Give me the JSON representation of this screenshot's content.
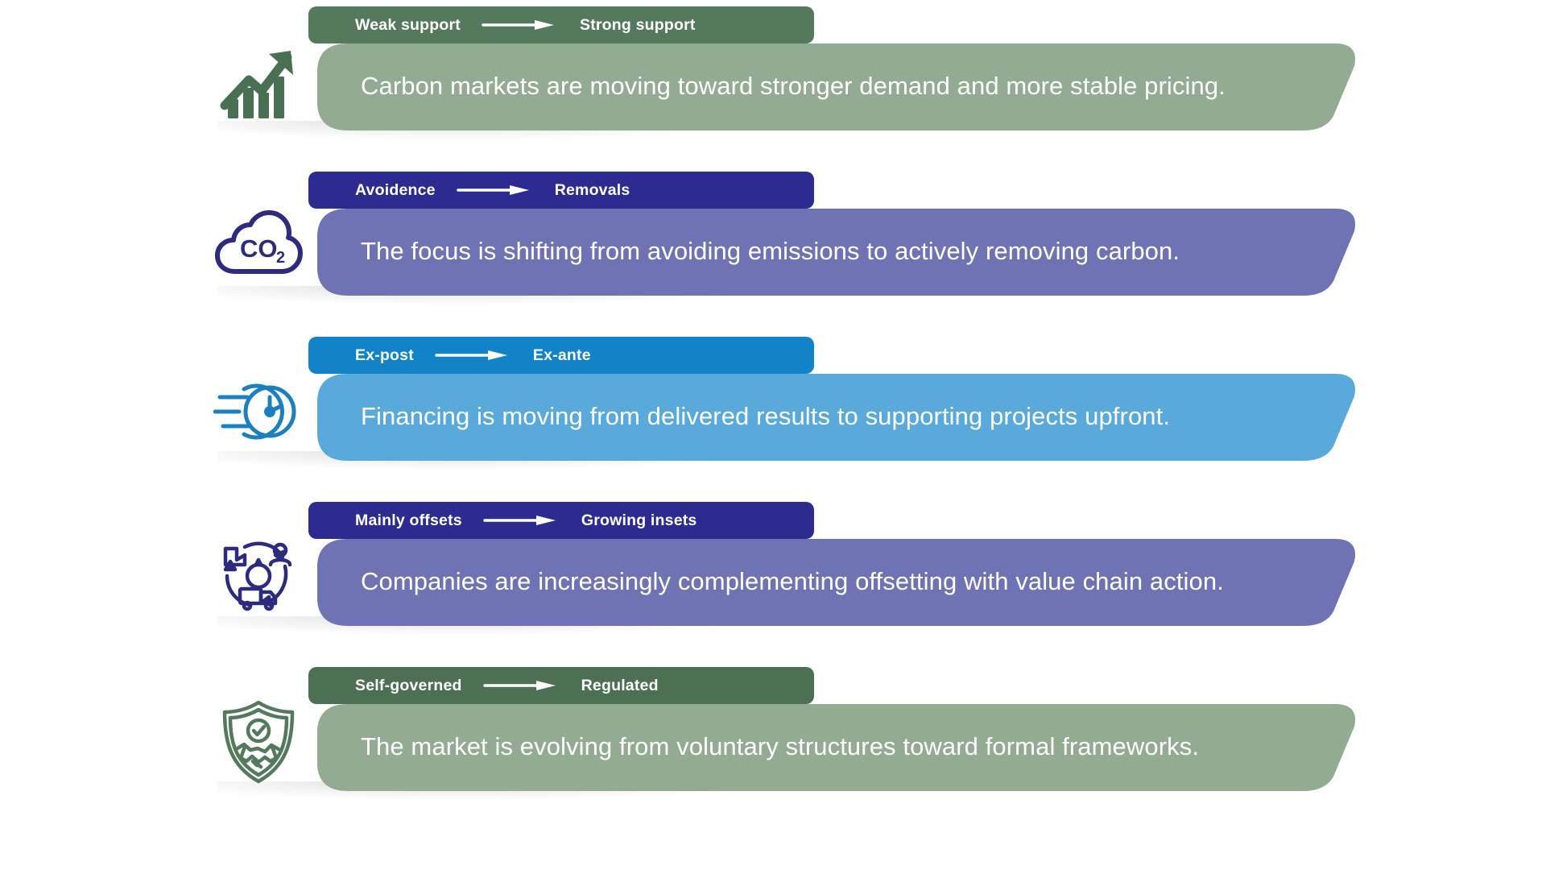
{
  "rows": [
    {
      "icon": "growth-chart-icon",
      "pill": {
        "left_label": "Weak support",
        "right_label": "Strong support"
      },
      "body_text": "Carbon markets are moving toward stronger demand and more stable pricing.",
      "colors": {
        "pill": "#55795c",
        "body": "#92ab92",
        "icon": "#4a7054"
      }
    },
    {
      "icon": "co2-cloud-icon",
      "pill": {
        "left_label": "Avoidence",
        "right_label": "Removals"
      },
      "body_text": "The focus is shifting from avoiding emissions to actively removing carbon.",
      "colors": {
        "pill": "#2d2b8f",
        "body": "#7073b3",
        "icon": "#2d2b7e"
      }
    },
    {
      "icon": "fast-clock-icon",
      "pill": {
        "left_label": "Ex-post",
        "right_label": "Ex-ante"
      },
      "body_text": "Financing is moving from delivered results to supporting projects upfront.",
      "colors": {
        "pill": "#1283c7",
        "body": "#5aa9db",
        "icon": "#1b7fc0"
      }
    },
    {
      "icon": "value-chain-icon",
      "pill": {
        "left_label": "Mainly offsets",
        "right_label": "Growing insets"
      },
      "body_text": "Companies are increasingly complementing offsetting with value chain action.",
      "colors": {
        "pill": "#2d2b8f",
        "body": "#7073b3",
        "icon": "#2d2b7e"
      }
    },
    {
      "icon": "shield-handshake-icon",
      "pill": {
        "left_label": "Self-governed",
        "right_label": "Regulated"
      },
      "body_text": "The market is evolving from voluntary structures toward formal frameworks.",
      "colors": {
        "pill": "#4d7055",
        "body": "#92ab92",
        "icon": "#55795c"
      }
    }
  ]
}
